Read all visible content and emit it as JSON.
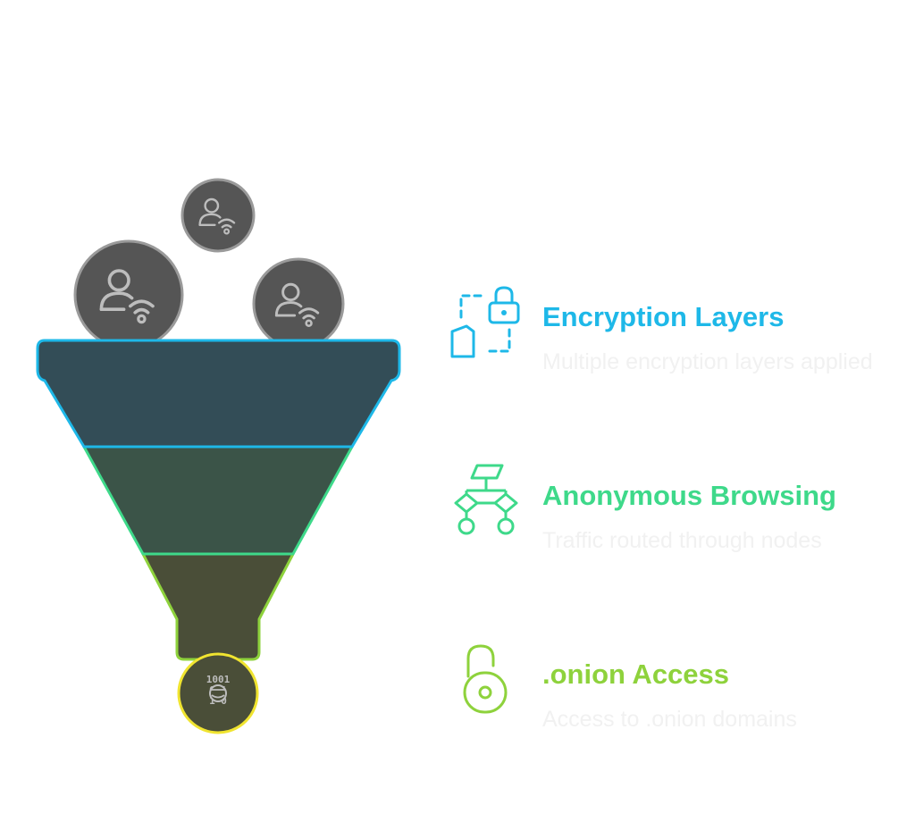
{
  "colors": {
    "stage1": "#1eb8e8",
    "stage2": "#3ed98a",
    "stage3": "#8ed23c",
    "outlet": "#f0e430",
    "funnel_fill1": "#334d57",
    "funnel_fill2": "#3b5448",
    "funnel_fill3": "#4a4e38",
    "bubble_fill": "#555555",
    "bubble_stroke": "#9a9a9a"
  },
  "inputs": [
    {
      "icon": "user-wifi-icon"
    },
    {
      "icon": "user-wifi-icon"
    },
    {
      "icon": "user-wifi-icon"
    }
  ],
  "outlet": {
    "icon": "binary-mask-icon",
    "digits": [
      "1001",
      "0  1",
      "1  0"
    ]
  },
  "stages": [
    {
      "icon": "file-lock-icon",
      "title": "Encryption Layers",
      "description": "Multiple encryption layers applied"
    },
    {
      "icon": "network-nodes-icon",
      "title": "Anonymous Browsing",
      "description": "Traffic routed through nodes"
    },
    {
      "icon": "open-padlock-icon",
      "title": ".onion Access",
      "description": "Access to .onion domains"
    }
  ]
}
